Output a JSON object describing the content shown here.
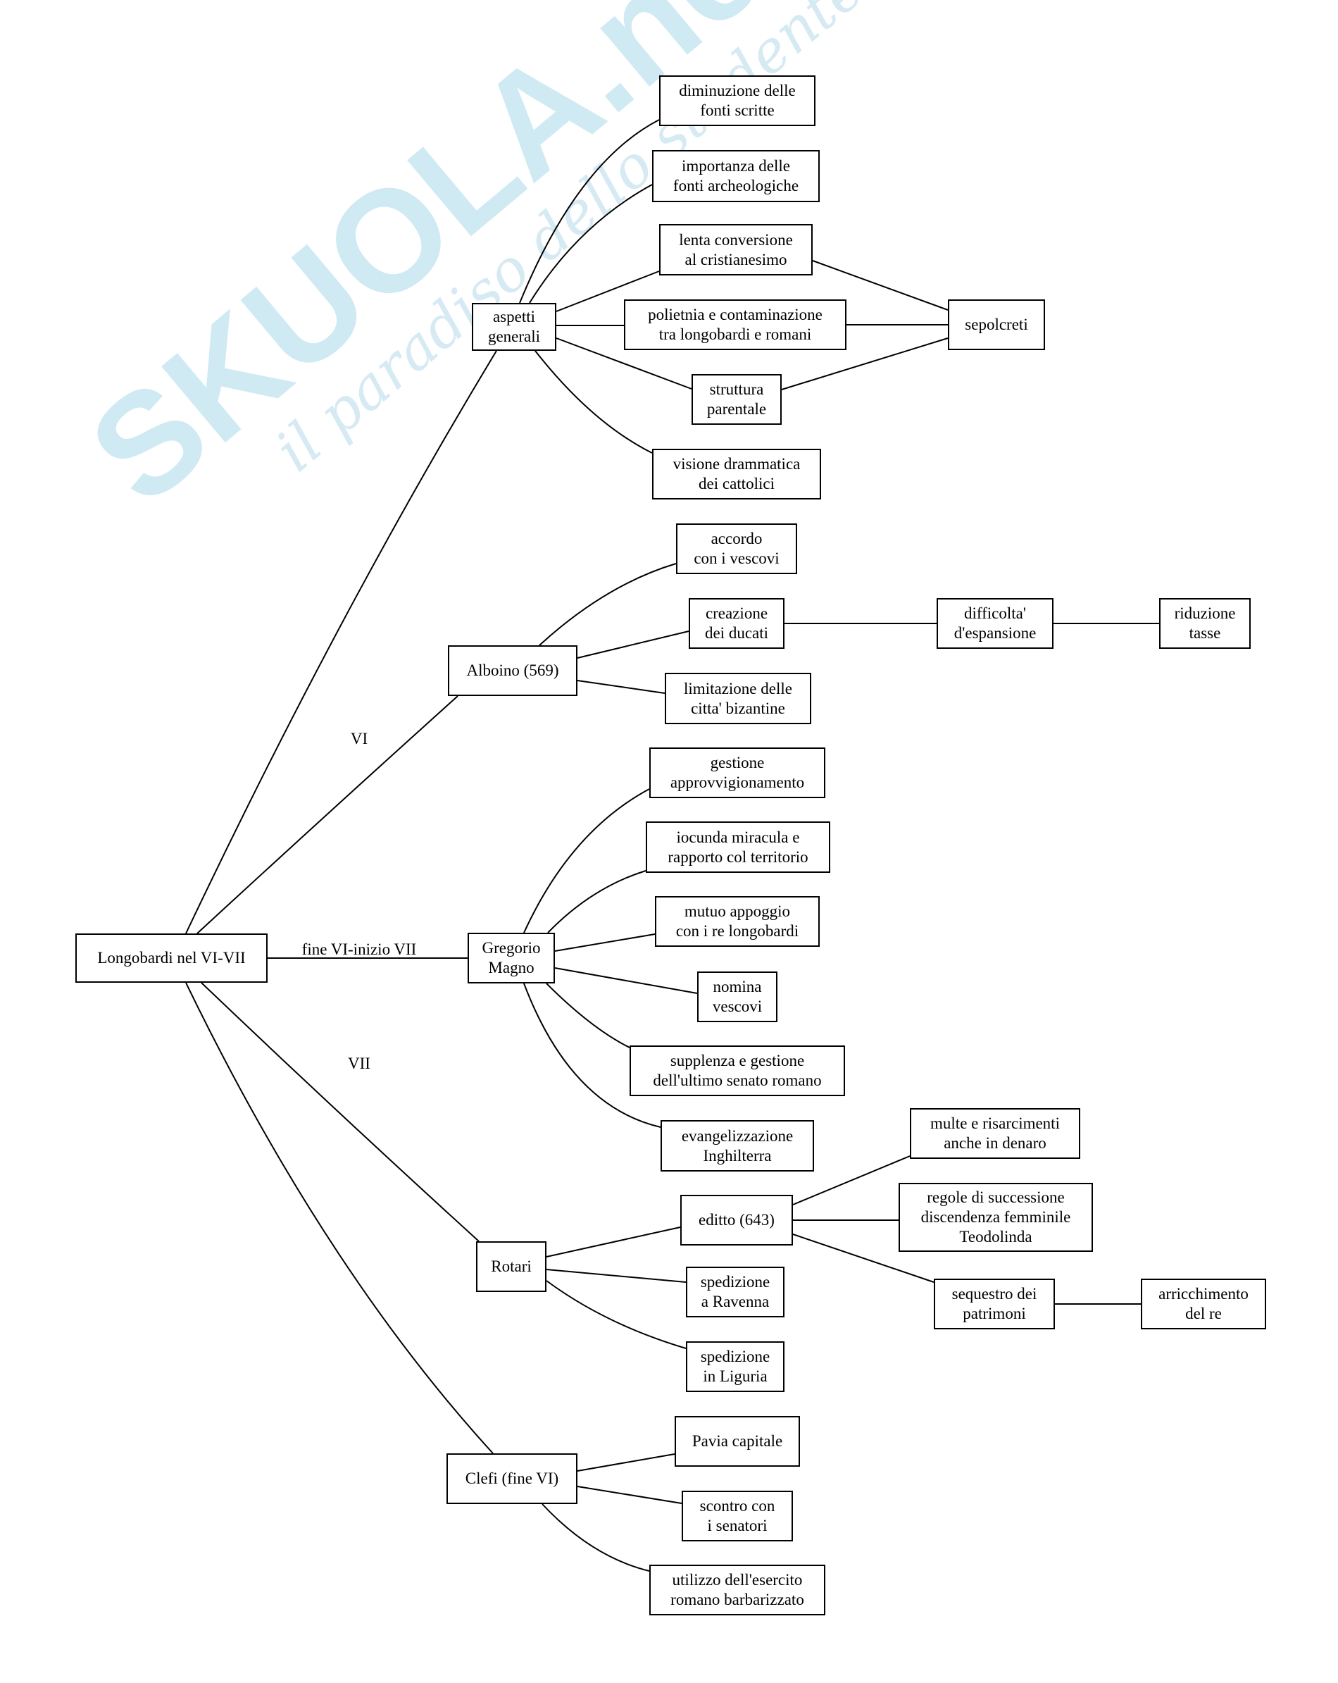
{
  "watermark": {
    "brand": "SKUOLA.net",
    "slogan": "il paradiso dello studente",
    "brand_color": "#bfe3ef",
    "accent_color": "#f3efa0",
    "slogan_color": "#cfe6f1"
  },
  "diagram": {
    "line_color": "#000000",
    "nodes": {
      "root": "Longobardi nel VI-VII",
      "aspetti": "aspetti\ngenerali",
      "dimin": "diminuzione delle\nfonti scritte",
      "import": "importanza delle\nfonti archeologiche",
      "lenta": "lenta conversione\nal cristianesimo",
      "polietnia": "polietnia e contaminazione\ntra longobardi e romani",
      "sepolcreti": "sepolcreti",
      "struttura": "struttura\nparentale",
      "visione": "visione drammatica\ndei cattolici",
      "alboino": "Alboino (569)",
      "accordo": "accordo\ncon i vescovi",
      "creazione": "creazione\ndei ducati",
      "difficolta": "difficolta'\nd'espansione",
      "riduzione": "riduzione\ntasse",
      "limitazione": "limitazione delle\ncitta' bizantine",
      "gregorio": "Gregorio\nMagno",
      "gestione": "gestione\napprovvigionamento",
      "iocunda": "iocunda miracula e\nrapporto col territorio",
      "mutuo": "mutuo appoggio\ncon i re longobardi",
      "nomina": "nomina\nvescovi",
      "supplenza": "supplenza e gestione\ndell'ultimo senato romano",
      "evangel": "evangelizzazione\nInghilterra",
      "rotari": "Rotari",
      "editto": "editto (643)",
      "multe": "multe e risarcimenti\nanche in denaro",
      "regole": "regole di successione\ndiscendenza femminile\nTeodolinda",
      "sequestro": "sequestro dei\npatrimoni",
      "arricch": "arricchimento\ndel re",
      "ravenna": "spedizione\na Ravenna",
      "liguria": "spedizione\nin Liguria",
      "clefi": "Clefi (fine VI)",
      "pavia": "Pavia capitale",
      "scontro": "scontro con\ni senatori",
      "utilizzo": "utilizzo dell'esercito\nromano barbarizzato"
    },
    "edge_labels": {
      "vi": "VI",
      "fine_vi": "fine VI-inizio VII",
      "vii": "VII"
    }
  }
}
